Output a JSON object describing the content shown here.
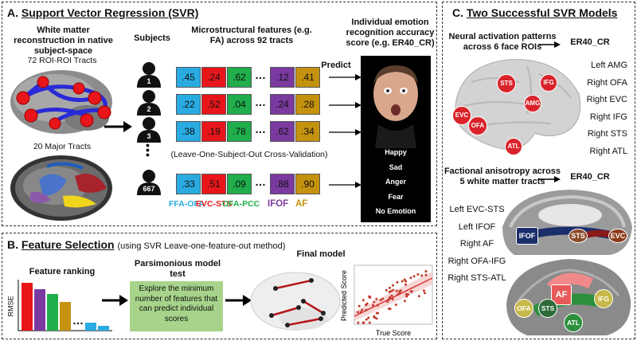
{
  "panelA": {
    "title_letter": "A.",
    "title": "Support Vector Regression (SVR)",
    "wm_title": "White matter reconstruction in native subject-space",
    "roi_label": "72 ROI-ROI Tracts",
    "major_label": "20 Major Tracts",
    "subjects_label": "Subjects",
    "features_title": "Microstructural features (e.g. FA) across 92 tracts",
    "predict_label": "Predict",
    "accuracy_title": "Individual emotion recognition accuracy score (e.g. ER40_CR)",
    "loso_label": "(Leave-One-Subject-Out Cross-Validation)",
    "subject_ids": [
      "1",
      "2",
      "3",
      "667"
    ],
    "rows": [
      [
        ".45",
        ".24",
        ".62",
        ".12",
        ".41"
      ],
      [
        ".22",
        ".52",
        ".04",
        ".24",
        ".28"
      ],
      [
        ".38",
        ".19",
        ".78",
        ".62",
        ".34"
      ],
      [
        ".33",
        ".51",
        ".09",
        ".88",
        ".90"
      ]
    ],
    "ellipsis": "…",
    "columns": [
      {
        "name": "FFA-OFA",
        "color": "#29abe2"
      },
      {
        "name": "EVC-STS",
        "color": "#e8161b"
      },
      {
        "name": "OFA-PCC",
        "color": "#1fae4b"
      },
      {
        "name": "IFOF",
        "color": "#7a3aa0"
      },
      {
        "name": "AF",
        "color": "#c4920e"
      }
    ],
    "emotions": [
      "Happy",
      "Sad",
      "Anger",
      "Fear",
      "No Emotion"
    ]
  },
  "panelB": {
    "title_letter": "B.",
    "title": "Feature Selection",
    "subtitle": "(using SVR Leave-one-feature-out method)",
    "ranking_label": "Feature ranking",
    "rmse_label": "RMSE",
    "parsimonious_label": "Parsimonious model test",
    "box_text": "Explore the minimum number of features that can predict individual scores",
    "final_label": "Final model",
    "xlabel": "True Score",
    "ylabel": "Predicted Score",
    "bar_colors": [
      "#e8161b",
      "#7a3aa0",
      "#1fae4b",
      "#c4920e",
      "#29abe2"
    ]
  },
  "panelC": {
    "title_letter": "C.",
    "title": "Two Successful SVR Models",
    "model1_title": "Neural activation patterns across 6 face ROIs",
    "model1_target": "ER40_CR",
    "model1_items": [
      "Left AMG",
      "Right OFA",
      "Right EVC",
      "Right IFG",
      "Right STS",
      "Right ATL"
    ],
    "model1_regions": [
      "EVC",
      "OFA",
      "STS",
      "IFG",
      "AMG",
      "ATL"
    ],
    "model2_title": "Factional anisotropy across 5 white matter tracts",
    "model2_target": "ER40_CR",
    "model2_items": [
      "Left EVC-STS",
      "Left IFOF",
      "Right AF",
      "Right OFA-IFG",
      "Right STS-ATL"
    ],
    "model2_regions_top": [
      "IFOF",
      "STS",
      "EVC"
    ],
    "model2_regions_bottom": [
      "AF",
      "OFA",
      "STS",
      "IFG",
      "ATL"
    ]
  }
}
